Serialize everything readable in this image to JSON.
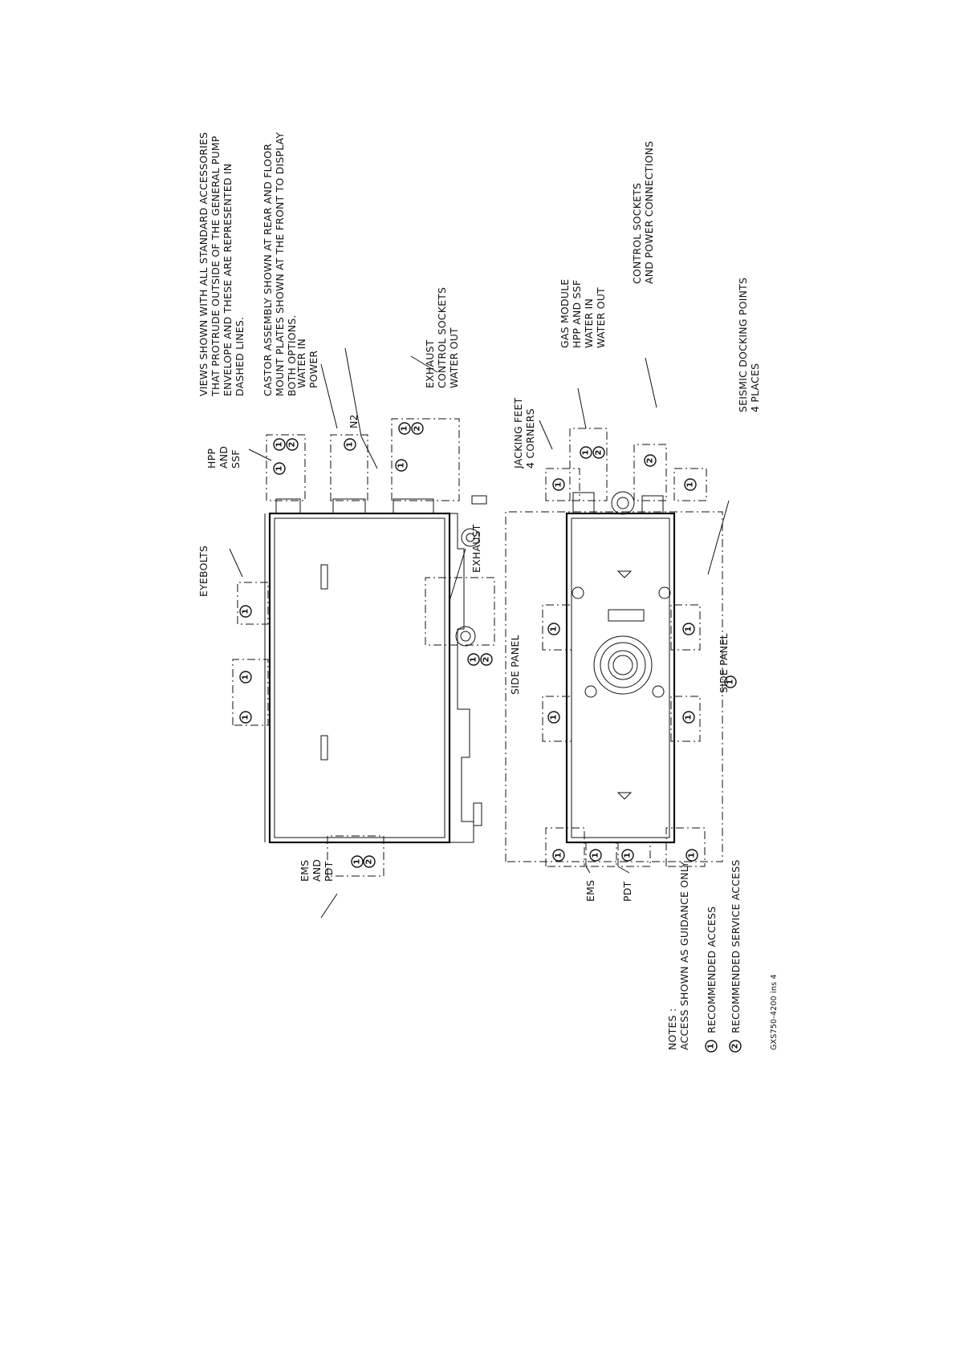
{
  "notes_block": {
    "general": [
      "VIEWS SHOWN WITH ALL STANDARD ACCESSORIES",
      "THAT PROTRUDE OUTSIDE OF THE GENERAL PUMP",
      "ENVELOPE AND THESE ARE REPRESENTED IN",
      "DASHED LINES."
    ],
    "castor": [
      "CASTOR ASSEMBLY SHOWN AT REAR AND FLOOR",
      "MOUNT PLATES SHOWN AT THE FRONT TO DISPLAY",
      "BOTH OPTIONS."
    ]
  },
  "side_view_labels": {
    "eyebolts": "EYEBOLTS",
    "hpp": [
      "HPP",
      "AND",
      "SSF"
    ],
    "water_power": [
      "WATER IN",
      "POWER"
    ],
    "n2": "N2",
    "exhaust_group": [
      "EXHAUST",
      "CONTROL SOCKETS",
      "WATER OUT"
    ],
    "exhaust": "EXHAUST",
    "ems_pdt": [
      "EMS",
      "AND",
      "PDT"
    ],
    "side_panel": "SIDE PANEL"
  },
  "top_view_labels": {
    "jacking": [
      "JACKING FEET",
      "4 CORNERS"
    ],
    "gas_module": [
      "GAS MODULE",
      "HPP AND SSF",
      "WATER IN",
      "WATER OUT"
    ],
    "control": [
      "CONTROL SOCKETS",
      "AND POWER CONNECTIONS"
    ],
    "seismic": [
      "SEISMIC DOCKING POINTS",
      "4 PLACES"
    ],
    "side_panel": "SIDE PANEL",
    "ems": "EMS",
    "pdt": "PDT"
  },
  "markers": {
    "one": "1",
    "two": "2"
  },
  "legend": {
    "notes_title": "NOTES :",
    "guidance": "ACCESS SHOWN AS GUIDANCE ONLY",
    "recommended": "RECOMMENDED ACCESS",
    "service": "RECOMMENDED SERVICE ACCESS"
  },
  "reference": "GXS750-4200 ins 4"
}
